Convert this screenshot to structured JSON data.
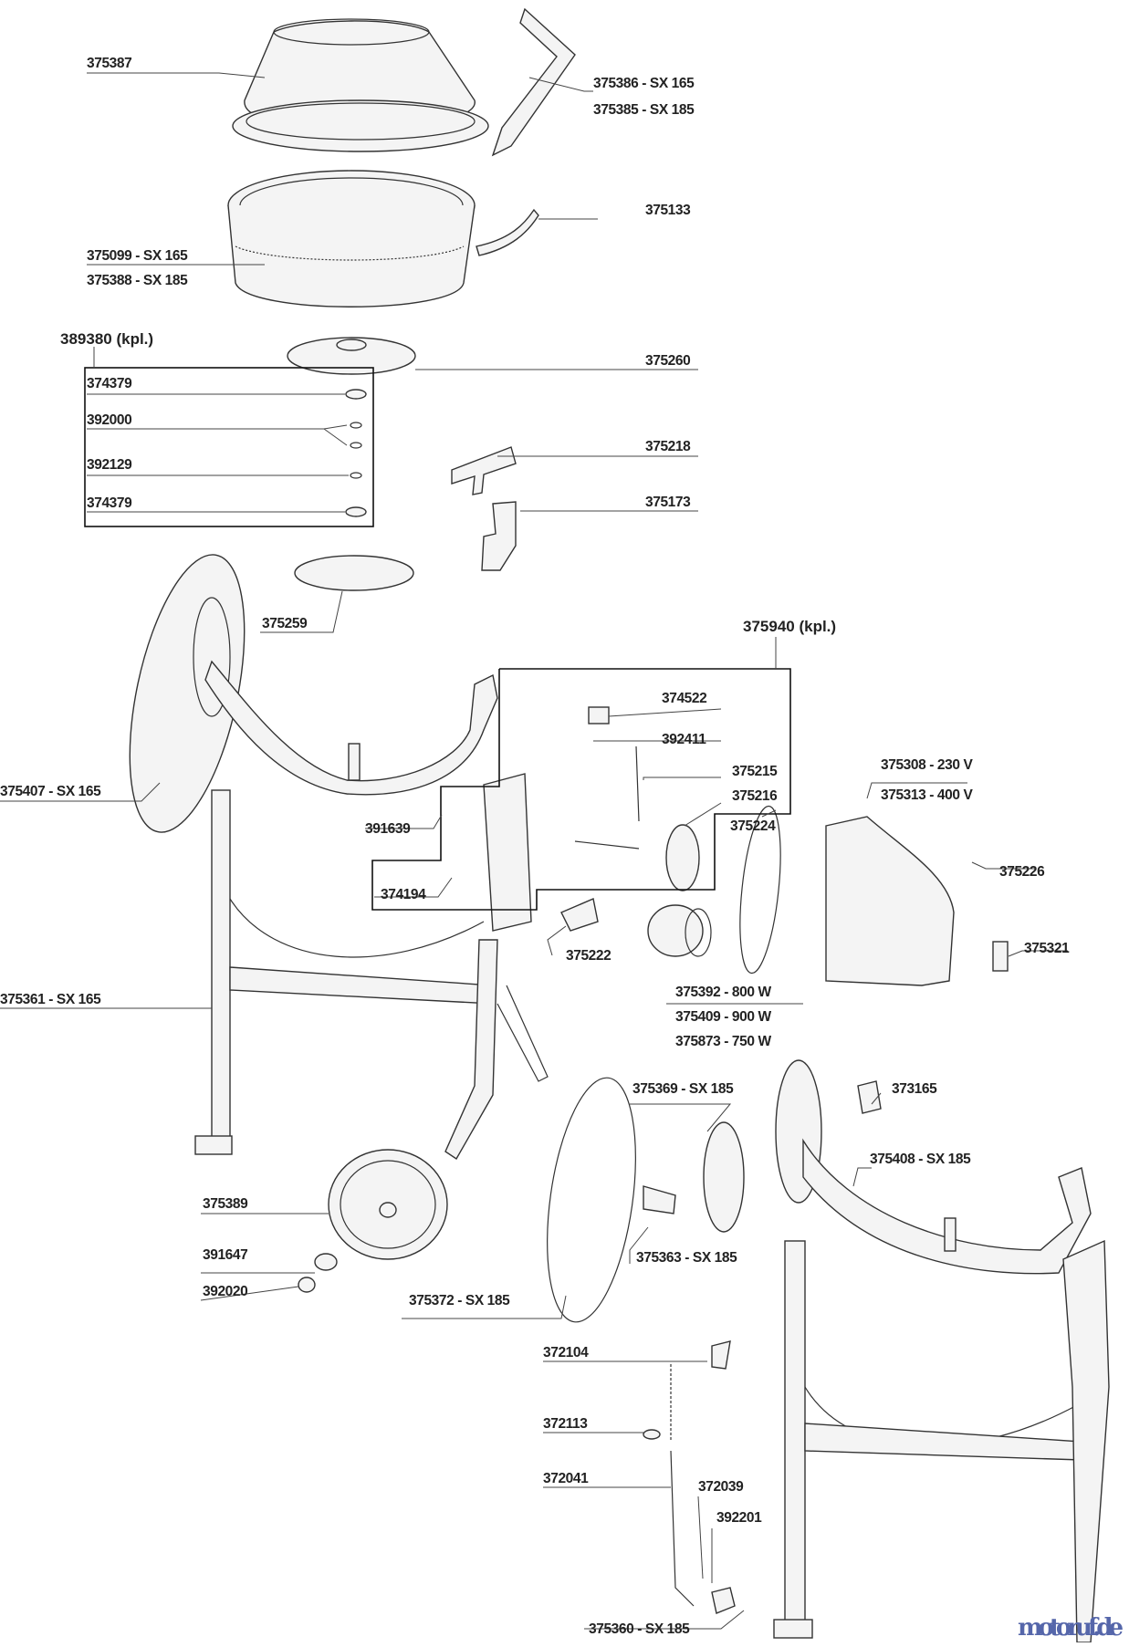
{
  "labels": {
    "p375387": "375387",
    "p375386": "375386 - SX 165",
    "p375385": "375385 - SX 185",
    "p375133": "375133",
    "p375099": "375099 - SX 165",
    "p375388": "375388 - SX 185",
    "kit389380": "389380 (kpl.)",
    "p375260": "375260",
    "p374379a": "374379",
    "p392000": "392000",
    "p392129": "392129",
    "p374379b": "374379",
    "p375218": "375218",
    "p375173": "375173",
    "p375259": "375259",
    "kit375940": "375940 (kpl.)",
    "p374522": "374522",
    "p392411": "392411",
    "p375215": "375215",
    "p375216": "375216",
    "p375224": "375224",
    "p375308": "375308 - 230 V",
    "p375313": "375313 - 400 V",
    "p375226": "375226",
    "p375407": "375407 - SX 165",
    "p391639": "391639",
    "p374194": "374194",
    "p375222": "375222",
    "p375321": "375321",
    "p375392": "375392 - 800 W",
    "p375409": "375409 - 900 W",
    "p375873": "375873 - 750 W",
    "p375361": "375361 - SX 165",
    "p375369": "375369 - SX 185",
    "p373165": "373165",
    "p375408": "375408 - SX 185",
    "p375389": "375389",
    "p391647": "391647",
    "p392020": "392020",
    "p375363": "375363 - SX 185",
    "p375372": "375372 - SX 185",
    "p372104": "372104",
    "p372113": "372113",
    "p372041": "372041",
    "p372039": "372039",
    "p392201": "392201",
    "p375360": "375360 - SX 185"
  },
  "watermark": "motoruf.de"
}
